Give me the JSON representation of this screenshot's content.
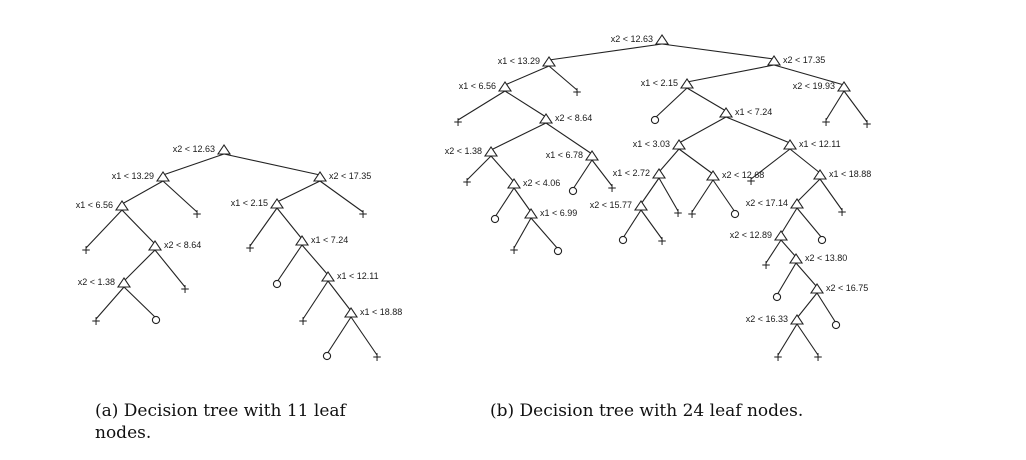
{
  "captions": {
    "a": "(a) Decision tree with 11 leaf nodes.",
    "b": "(b) Decision tree with 24 leaf nodes."
  },
  "trees": {
    "a": {
      "nodes": [
        {
          "id": "r",
          "label": "x2 < 12.63",
          "label_side": "left"
        },
        {
          "id": "n1",
          "label": "x1 < 13.29",
          "label_side": "left"
        },
        {
          "id": "n2",
          "label": "x2 < 17.35",
          "label_side": "right"
        },
        {
          "id": "n3",
          "label": "x1 < 6.56",
          "label_side": "left"
        },
        {
          "id": "n4",
          "label": "x2 < 8.64",
          "label_side": "right"
        },
        {
          "id": "n5",
          "label": "x2 < 1.38",
          "label_side": "left"
        },
        {
          "id": "n6",
          "label": "x1 < 2.15",
          "label_side": "left"
        },
        {
          "id": "n7",
          "label": "x1 < 7.24",
          "label_side": "right"
        },
        {
          "id": "n8",
          "label": "x1 < 12.11",
          "label_side": "right"
        },
        {
          "id": "n9",
          "label": "x1 < 18.88",
          "label_side": "right"
        }
      ],
      "leaves": [
        {
          "id": "l1",
          "symbol": "+"
        },
        {
          "id": "l2",
          "symbol": "+"
        },
        {
          "id": "l3",
          "symbol": "+"
        },
        {
          "id": "l4",
          "symbol": "o"
        },
        {
          "id": "l5",
          "symbol": "+"
        },
        {
          "id": "l6",
          "symbol": "+"
        },
        {
          "id": "l7",
          "symbol": "+"
        },
        {
          "id": "l8",
          "symbol": "o"
        },
        {
          "id": "l9",
          "symbol": "+"
        },
        {
          "id": "l10",
          "symbol": "o"
        },
        {
          "id": "l11",
          "symbol": "+"
        }
      ],
      "edges": [
        [
          "r",
          "n1"
        ],
        [
          "r",
          "n2"
        ],
        [
          "n1",
          "n3"
        ],
        [
          "n1",
          "l1"
        ],
        [
          "n3",
          "l2"
        ],
        [
          "n3",
          "n4"
        ],
        [
          "n4",
          "n5"
        ],
        [
          "n4",
          "l3"
        ],
        [
          "n5",
          "l4"
        ],
        [
          "n5",
          "l5"
        ],
        [
          "n2",
          "n6"
        ],
        [
          "n2",
          "l6"
        ],
        [
          "n6",
          "l7"
        ],
        [
          "n6",
          "n7"
        ],
        [
          "n7",
          "l8"
        ],
        [
          "n7",
          "n8"
        ],
        [
          "n8",
          "l9"
        ],
        [
          "n8",
          "n9"
        ],
        [
          "n9",
          "l10"
        ],
        [
          "n9",
          "l11"
        ]
      ]
    },
    "b": {
      "nodes": [
        {
          "id": "r",
          "label": "x2 < 12.63",
          "label_side": "left"
        },
        {
          "id": "A",
          "label": "x1 < 13.29",
          "label_side": "left"
        },
        {
          "id": "B",
          "label": "x2 < 17.35",
          "label_side": "right"
        },
        {
          "id": "A1",
          "label": "x1 < 6.56",
          "label_side": "left"
        },
        {
          "id": "A2",
          "label": "x2 < 8.64",
          "label_side": "right"
        },
        {
          "id": "A3",
          "label": "x2 < 1.38",
          "label_side": "left"
        },
        {
          "id": "A4",
          "label": "x2 < 4.06",
          "label_side": "right"
        },
        {
          "id": "A5",
          "label": "x1 < 6.99",
          "label_side": "right"
        },
        {
          "id": "A6",
          "label": "x1 < 6.78",
          "label_side": "left"
        },
        {
          "id": "B1",
          "label": "x1 < 2.15",
          "label_side": "left"
        },
        {
          "id": "B2",
          "label": "x2 < 19.93",
          "label_side": "left"
        },
        {
          "id": "B3",
          "label": "x1 < 7.24",
          "label_side": "right"
        },
        {
          "id": "B4",
          "label": "x1 < 3.03",
          "label_side": "left"
        },
        {
          "id": "B5",
          "label": "x1 < 2.72",
          "label_side": "left"
        },
        {
          "id": "B6",
          "label": "x2 < 15.77",
          "label_side": "left"
        },
        {
          "id": "B7",
          "label": "x2 < 12.68",
          "label_side": "right"
        },
        {
          "id": "B8",
          "label": "x1 < 12.11",
          "label_side": "right"
        },
        {
          "id": "B9",
          "label": "x1 < 18.88",
          "label_side": "right"
        },
        {
          "id": "B10",
          "label": "x2 < 17.14",
          "label_side": "left"
        },
        {
          "id": "B11",
          "label": "x2 < 12.89",
          "label_side": "left"
        },
        {
          "id": "B12",
          "label": "x2 < 13.80",
          "label_side": "right"
        },
        {
          "id": "B13",
          "label": "x2 < 16.75",
          "label_side": "right"
        },
        {
          "id": "B14",
          "label": "x2 < 16.33",
          "label_side": "left"
        }
      ],
      "leaves": [
        {
          "id": "m1",
          "symbol": "+"
        },
        {
          "id": "m2",
          "symbol": "+"
        },
        {
          "id": "m3",
          "symbol": "+"
        },
        {
          "id": "m4",
          "symbol": "o"
        },
        {
          "id": "m5",
          "symbol": "+"
        },
        {
          "id": "m6",
          "symbol": "o"
        },
        {
          "id": "m7",
          "symbol": "o"
        },
        {
          "id": "m8",
          "symbol": "+"
        },
        {
          "id": "m9",
          "symbol": "+"
        },
        {
          "id": "m10",
          "symbol": "+"
        },
        {
          "id": "m11",
          "symbol": "o"
        },
        {
          "id": "m12",
          "symbol": "+"
        },
        {
          "id": "m13",
          "symbol": "o"
        },
        {
          "id": "m14",
          "symbol": "+"
        },
        {
          "id": "m15",
          "symbol": "+"
        },
        {
          "id": "m16",
          "symbol": "o"
        },
        {
          "id": "m17",
          "symbol": "+"
        },
        {
          "id": "m18",
          "symbol": "+"
        },
        {
          "id": "m19",
          "symbol": "o"
        },
        {
          "id": "m20",
          "symbol": "+"
        },
        {
          "id": "m21",
          "symbol": "o"
        },
        {
          "id": "m22",
          "symbol": "o"
        },
        {
          "id": "m23",
          "symbol": "+"
        },
        {
          "id": "m24",
          "symbol": "+"
        }
      ],
      "edges": [
        [
          "r",
          "A"
        ],
        [
          "r",
          "B"
        ],
        [
          "A",
          "A1"
        ],
        [
          "A",
          "m1"
        ],
        [
          "A1",
          "m2"
        ],
        [
          "A1",
          "A2"
        ],
        [
          "A2",
          "A3"
        ],
        [
          "A2",
          "A6"
        ],
        [
          "A3",
          "m3"
        ],
        [
          "A3",
          "A4"
        ],
        [
          "A4",
          "m4"
        ],
        [
          "A4",
          "A5"
        ],
        [
          "A5",
          "m5"
        ],
        [
          "A5",
          "m6"
        ],
        [
          "A6",
          "m7"
        ],
        [
          "A6",
          "m8"
        ],
        [
          "B",
          "B1"
        ],
        [
          "B",
          "B2"
        ],
        [
          "B2",
          "m9"
        ],
        [
          "B2",
          "m10"
        ],
        [
          "B1",
          "m11"
        ],
        [
          "B1",
          "B3"
        ],
        [
          "B3",
          "B4"
        ],
        [
          "B3",
          "B8"
        ],
        [
          "B4",
          "B5"
        ],
        [
          "B4",
          "B7"
        ],
        [
          "B5",
          "B6"
        ],
        [
          "B5",
          "m12"
        ],
        [
          "B6",
          "m13"
        ],
        [
          "B6",
          "m14"
        ],
        [
          "B7",
          "m15"
        ],
        [
          "B7",
          "m16"
        ],
        [
          "B8",
          "m17"
        ],
        [
          "B8",
          "B9"
        ],
        [
          "B9",
          "B10"
        ],
        [
          "B9",
          "m18"
        ],
        [
          "B10",
          "B11"
        ],
        [
          "B10",
          "m19"
        ],
        [
          "B11",
          "m20"
        ],
        [
          "B11",
          "B12"
        ],
        [
          "B12",
          "m21"
        ],
        [
          "B12",
          "B13"
        ],
        [
          "B13",
          "B14"
        ],
        [
          "B13",
          "m22"
        ],
        [
          "B14",
          "m23"
        ],
        [
          "B14",
          "m24"
        ]
      ]
    }
  }
}
